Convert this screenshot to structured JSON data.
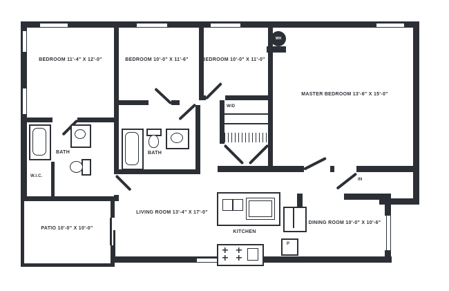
{
  "colors": {
    "wall": "#2c3036",
    "background": "#ffffff"
  },
  "rooms": [
    {
      "name": "BEDROOM",
      "dims": "11'-4\" X 12'-0\""
    },
    {
      "name": "BEDROOM",
      "dims": "10'-0\" X 11'-6\""
    },
    {
      "name": "BEDROOM",
      "dims": "10'-0\" X 11'-0\""
    },
    {
      "name": "MASTER BEDROOM",
      "dims": "13'-6\" X 15'-0\""
    },
    {
      "name": "LIVING ROOM",
      "dims": "13'-4\" X 17'-0\""
    },
    {
      "name": "DINING ROOM",
      "dims": "10'-0\" X 10'-6\""
    },
    {
      "name": "PATIO",
      "dims": "10'-0\" X 10'-0\""
    }
  ],
  "labels": {
    "kitchen": "KITCHEN",
    "bath_main": "BATH",
    "bath_hall": "BATH",
    "wic": "W.I.C.",
    "washer_dryer": "W/D",
    "water_heater": "WH",
    "entry": "IN",
    "pantry": "P"
  }
}
